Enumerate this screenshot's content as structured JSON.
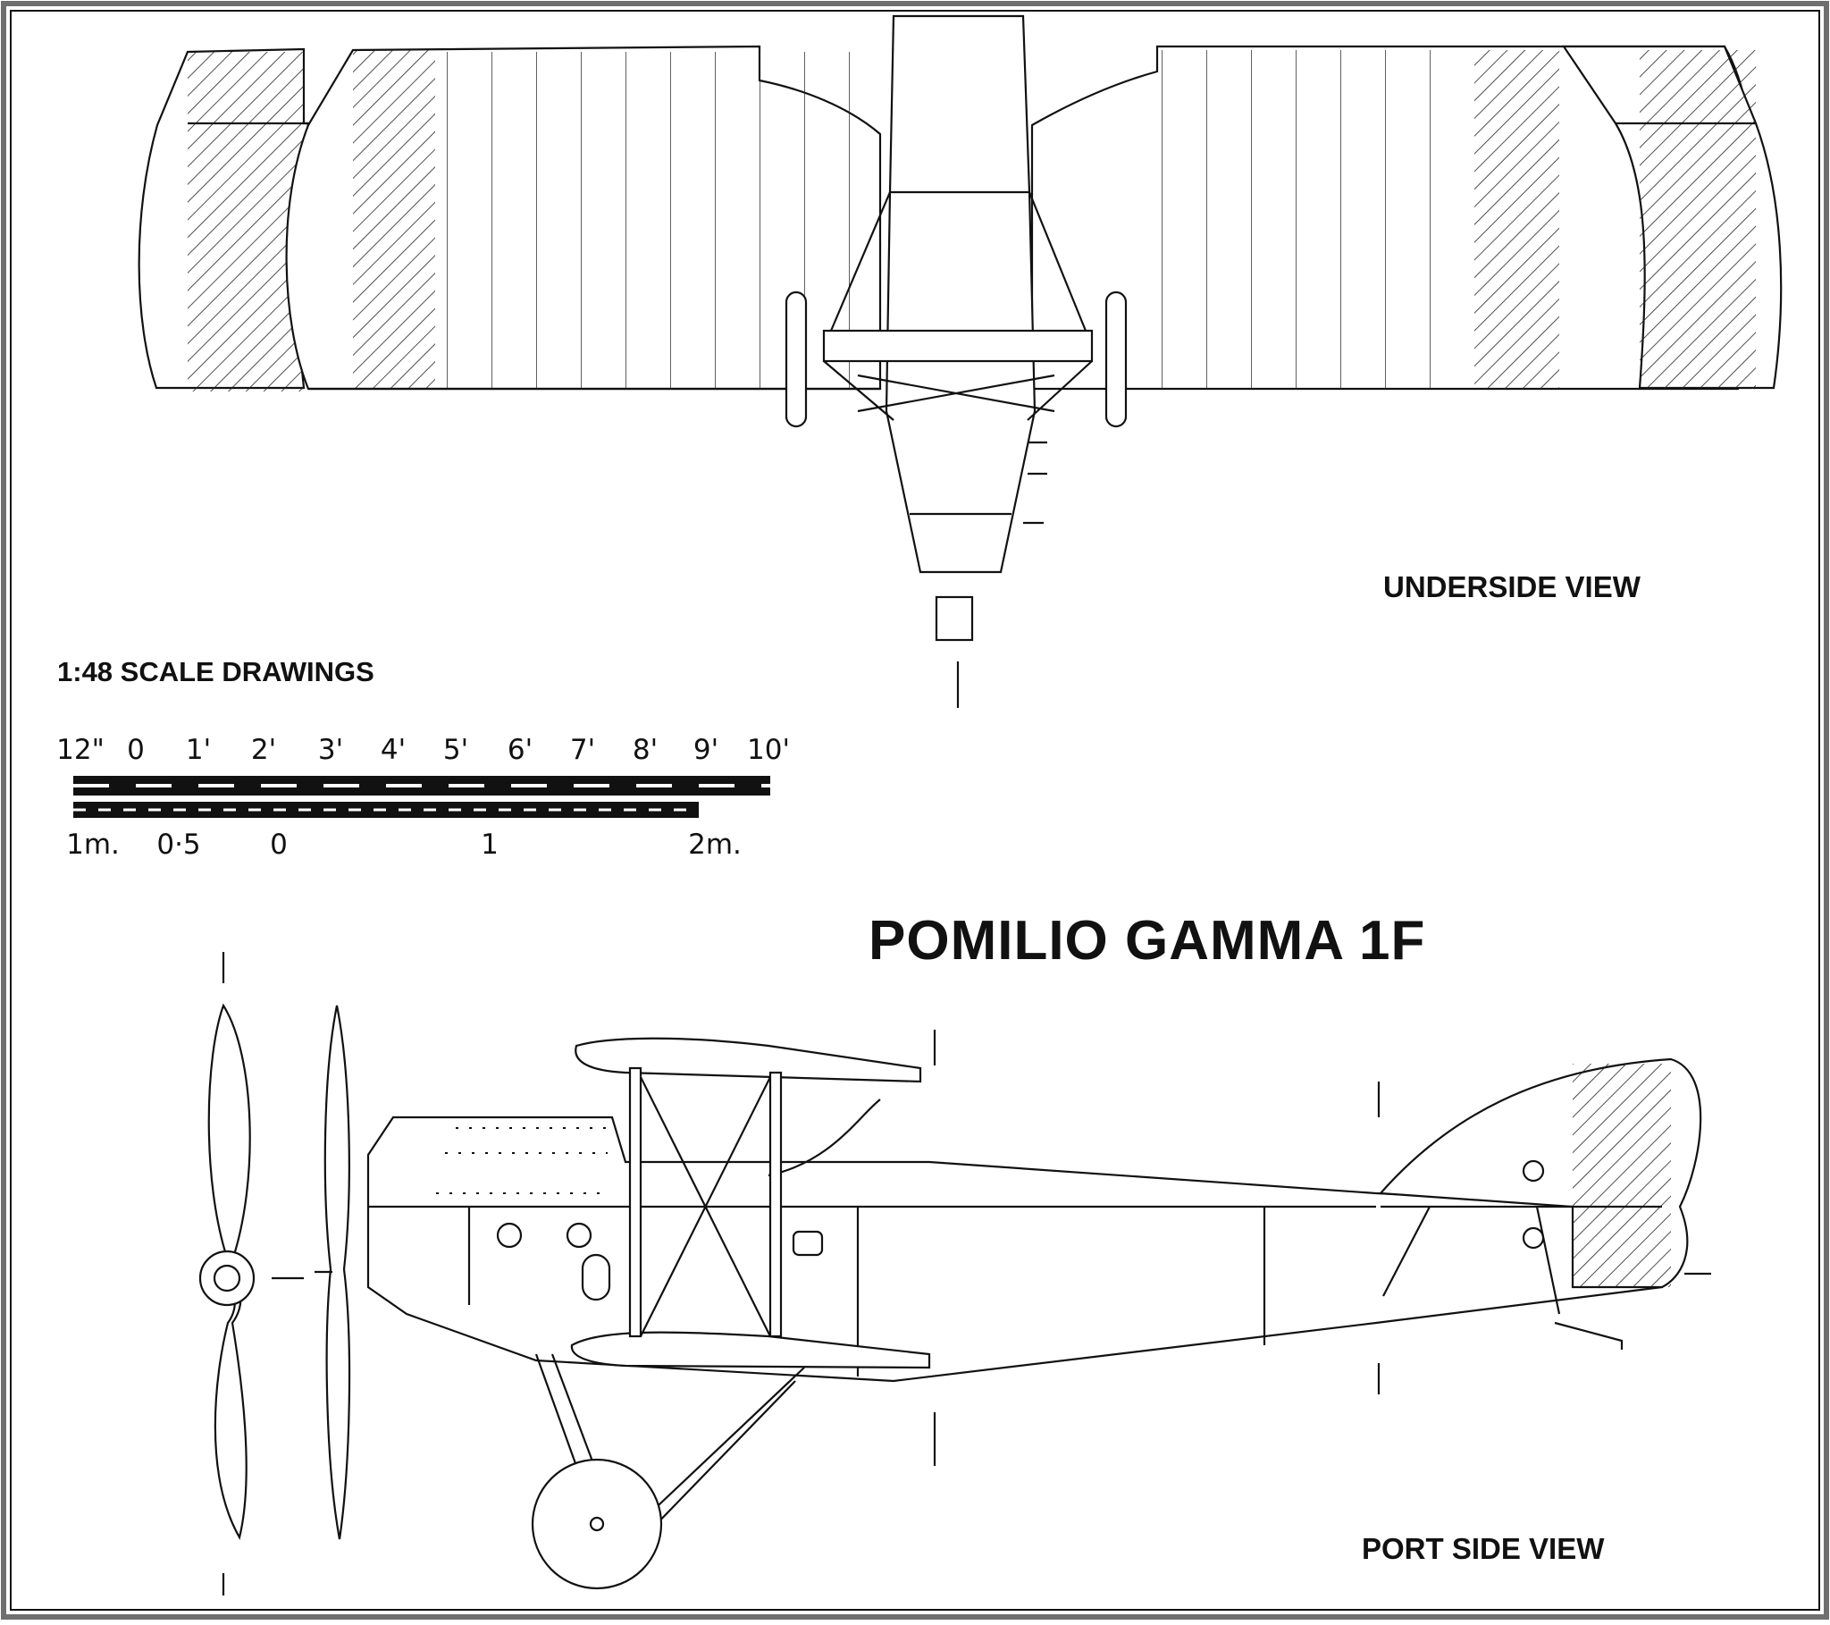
{
  "drawing": {
    "title": "POMILIO GAMMA 1F",
    "scale_note": "1:48 SCALE DRAWINGS",
    "views": {
      "underside": "UNDERSIDE VIEW",
      "port_side": "PORT SIDE VIEW"
    },
    "scale_bar": {
      "feet_ticks": [
        "12\"",
        "0",
        "1'",
        "2'",
        "3'",
        "4'",
        "5'",
        "6'",
        "7'",
        "8'",
        "9'",
        "10'"
      ],
      "metre_ticks": [
        "1m.",
        "0·5",
        "0",
        "1",
        "2m."
      ]
    }
  },
  "colors": {
    "ink": "#111111",
    "paper": "#ffffff",
    "frame": "#6f6f6f"
  }
}
